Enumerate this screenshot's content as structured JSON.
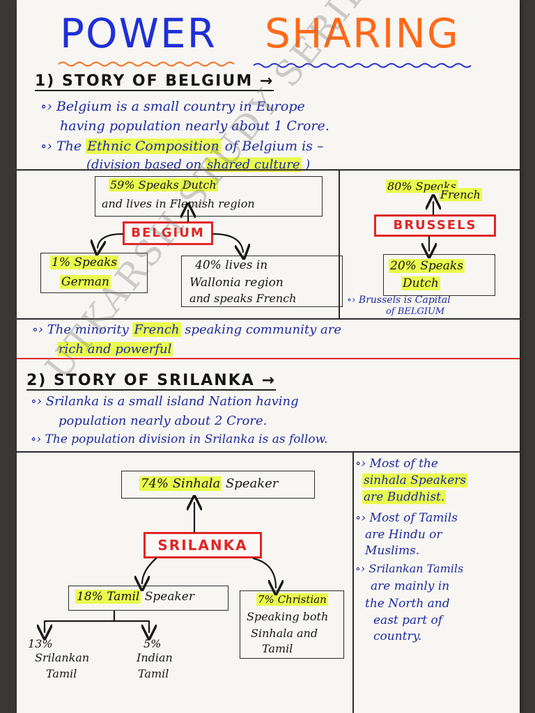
{
  "title": {
    "word1": "POWER",
    "word2": "SHARING",
    "color1": "#1f2fd6",
    "color2": "#ff6a1a"
  },
  "belgium_section": {
    "heading": "1) STORY OF BELGIUM →",
    "bullet1_line1": "∘› Belgium is a small country in Europe",
    "bullet1_line2": "having population nearly about 1 Crore.",
    "bullet2_pre": "∘› The",
    "bullet2_hl": "Ethnic Composition",
    "bullet2_post": "of Belgium is –",
    "bullet2_line2_pre": "(division based on",
    "bullet2_line2_hl": "shared culture",
    "bullet2_line2_post": ")",
    "dutch_line1": "59% Speaks Dutch",
    "dutch_line2": "and lives in Flemish region",
    "center_label": "BELGIUM",
    "german_line1": "1% Speaks",
    "german_line2": "German",
    "wallonia_line1": "40% lives in",
    "wallonia_line2": "Wallonia region",
    "wallonia_line3": "and speaks French",
    "brussels_french_line1": "80% Speaks",
    "brussels_french_line2": "French",
    "brussels_label": "BRUSSELS",
    "brussels_dutch_line1": "20% Speaks",
    "brussels_dutch_line2": "Dutch",
    "capital_line1": "∘› Brussels is Capital",
    "capital_line2": "of BELGIUM",
    "minority_pre": "∘› The minority",
    "minority_hl": "French",
    "minority_post": "speaking community are",
    "minority_line2": "rich and powerful"
  },
  "srilanka_section": {
    "heading": "2) STORY OF SRILANKA →",
    "bullet1_line1": "∘› Srilanka is a small island Nation having",
    "bullet1_line2": "population nearly about 2 Crore.",
    "bullet2": "∘› The population division in Srilanka is as follow.",
    "sinhala_hl": "74% Sinhala",
    "sinhala_post": "Speaker",
    "center_label": "SRILANKA",
    "tamil_hl": "18% Tamil",
    "tamil_post": "Speaker",
    "christian_hl": "7% Christian",
    "christian_line2": "Speaking both",
    "christian_line3": "Sinhala and",
    "christian_line4": "Tamil",
    "lankan_tamil_line1": "13%",
    "lankan_tamil_line2": "Srilankan",
    "lankan_tamil_line3": "Tamil",
    "indian_tamil_line1": "5%",
    "indian_tamil_line2": "Indian",
    "indian_tamil_line3": "Tamil",
    "note1_line1": "∘› Most of the",
    "note1_line2": "sinhala Speakers",
    "note1_line3": "are Buddhist.",
    "note2_line1": "∘› Most of Tamils",
    "note2_line2": "are Hindu or",
    "note2_line3": "Muslims.",
    "note3_line1": "∘› Srilankan Tamils",
    "note3_line2": "are mainly in",
    "note3_line3": "the North and",
    "note3_line4": "east part of",
    "note3_line5": "country."
  },
  "watermark": "UTKARSH STUDY SERIES",
  "colors": {
    "highlight": "#e9fb4e",
    "red": "#e02626",
    "ink_blue": "#1d2aa0"
  }
}
